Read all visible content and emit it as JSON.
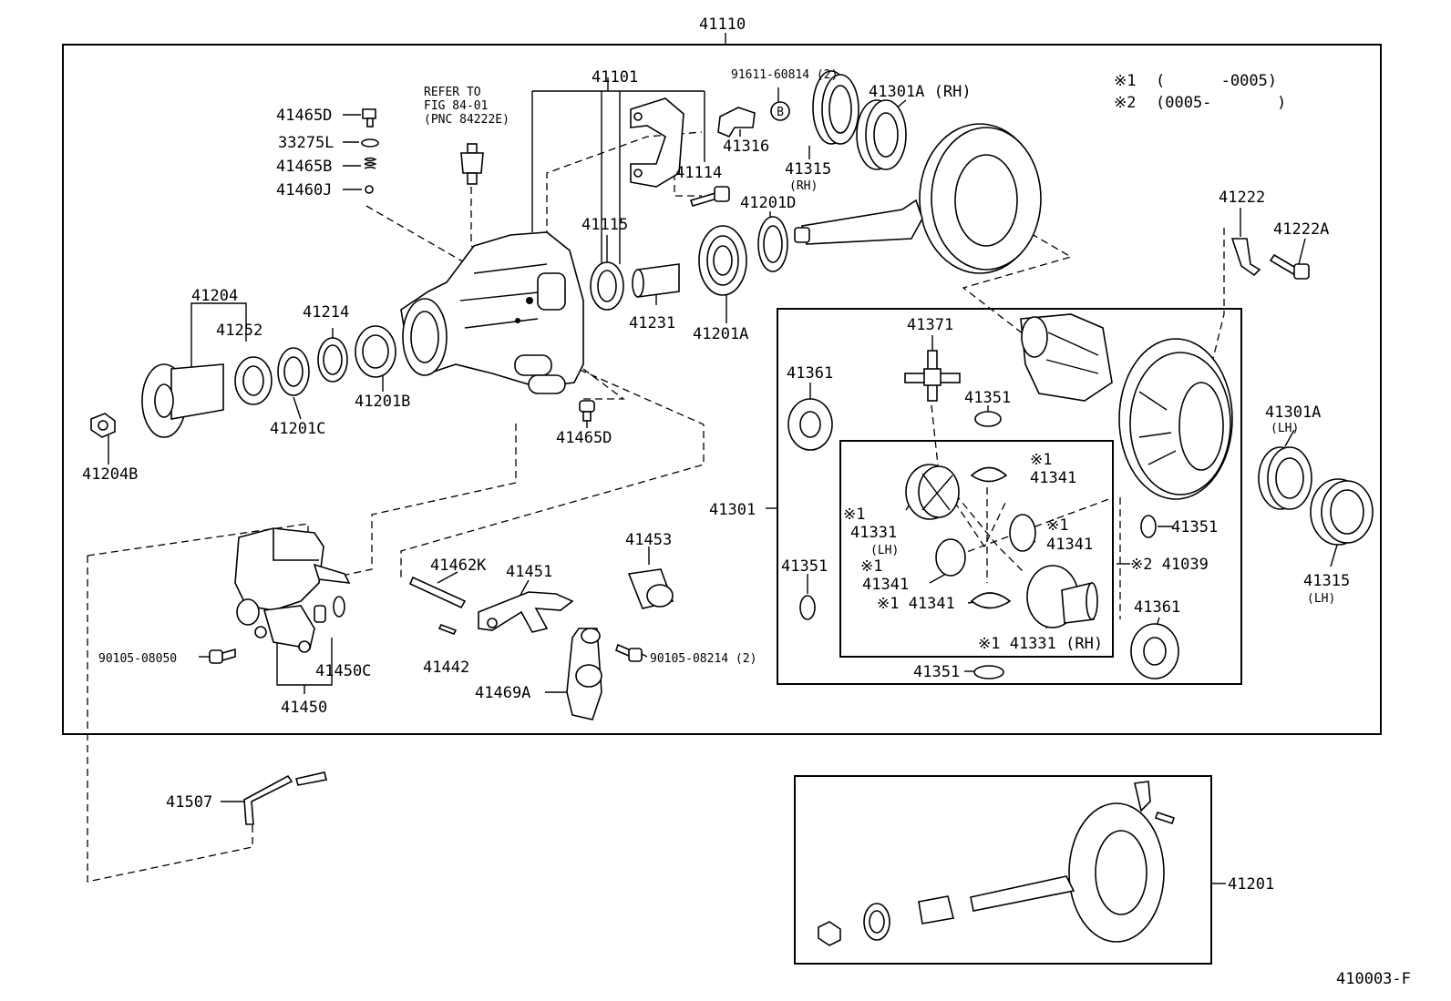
{
  "diagram_id": "410003-F",
  "legend": [
    {
      "mark": "※1",
      "range": "(      -0005)"
    },
    {
      "mark": "※2",
      "range": "(0005-       )"
    }
  ],
  "reference_note": [
    "REFER TO",
    "FIG 84-01",
    "(PNC 84222E)"
  ],
  "circle_ref": "B",
  "labels": [
    "41110",
    "41101",
    "91611-60814 (2)",
    "41301A (RH)",
    "41465D",
    "33275L",
    "41465B",
    "41460J",
    "41316",
    "41114",
    "41315",
    "(RH)",
    "41201D",
    "41115",
    "41222",
    "41222A",
    "41204",
    "41214",
    "41252",
    "41231",
    "41201A",
    "41371",
    "41361",
    "41201B",
    "41351",
    "41201C",
    "41465D",
    "41301A",
    "(LH)",
    "41204B",
    "※1",
    "41341",
    "41301",
    "※1",
    "41331",
    "(LH)",
    "※1",
    "41341",
    "41351",
    "41351",
    "41453",
    "※1",
    "※2 41039",
    "41462K",
    "41451",
    "41341",
    "41315",
    "(LH)",
    "90105-08050",
    "41450C",
    "※1 41341",
    "41361",
    "41442",
    "90105-08214 (2)",
    "※1 41331 (RH)",
    "41469A",
    "41351",
    "41450",
    "41507",
    "41201"
  ]
}
